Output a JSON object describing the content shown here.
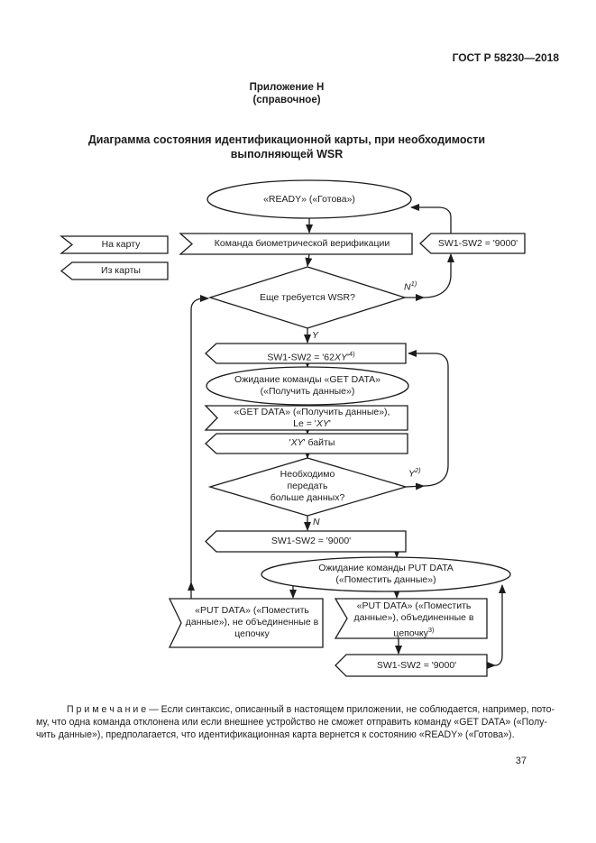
{
  "page": {
    "header": "ГОСТ Р 58230—2018",
    "appendix_label": "Приложение Н",
    "appendix_kind": "(справочное)",
    "title": "Диаграмма состояния идентификационной карты, при необходимости выполняющей WSR",
    "page_number": "37"
  },
  "legend": {
    "to_card": "На карту",
    "from_card": "Из карты"
  },
  "nodes": {
    "ready": "«READY» («Готова»)",
    "biometric_cmd": "Команда биометрической верификации",
    "sw9000_top": "SW1-SW2 = '9000'",
    "wsr_decision": "Еще требуется WSR?",
    "sw62": {
      "pre": "SW1-SW2 = '62",
      "it": "XY",
      "post": "'",
      "sup": "4)"
    },
    "wait_get_data": {
      "line1": "Ожидание команды «GET DATA»",
      "line2": "(«Получить данные»)"
    },
    "get_data_cmd": {
      "line1": "«GET DATA» («Получить данные»),",
      "line2_pre": "Le = '",
      "line2_it": "XY",
      "line2_post": "'"
    },
    "xy_bytes": {
      "pre": "'",
      "it": "XY",
      "post": "' байты"
    },
    "more_data_decision": {
      "line1": "Необходимо",
      "line2": "передать",
      "line3": "больше данных?"
    },
    "sw9000_mid": "SW1-SW2 = '9000'",
    "wait_put_data": {
      "line1": "Ожидание команды PUT DATA",
      "line2": "(«Поместить данные»)"
    },
    "put_data_unchained": {
      "line1": "«PUT DATA» («Поместить",
      "line2": "данные»), не объединенные в",
      "line3": "цепочку"
    },
    "put_data_chained": {
      "line1": "«PUT DATA» («Поместить",
      "line2": "данные»), объединенные в",
      "line3": "цепочку",
      "line3_sup": "3)"
    },
    "sw9000_bottom": "SW1-SW2 = '9000'"
  },
  "edge_labels": {
    "n1": {
      "it": "N",
      "sup": "1)"
    },
    "y": {
      "it": "Y"
    },
    "y2": {
      "it": "Y",
      "sup": "2)"
    },
    "n": {
      "it": "N"
    }
  },
  "note": {
    "lines": [
      "П р и м е ч а н и е — Если синтаксис, описанный в настоящем приложении, не соблюдается, например, пото-",
      "му, что одна команда отклонена или если внешнее устройство не сможет отправить команду «GET DATA» («Полу-",
      "чить данные»), предполагается, что идентификационная карта вернется к состоянию «READY» («Готова»)."
    ]
  },
  "colors": {
    "ink": "#1c1c1c",
    "paper": "#ffffff"
  }
}
